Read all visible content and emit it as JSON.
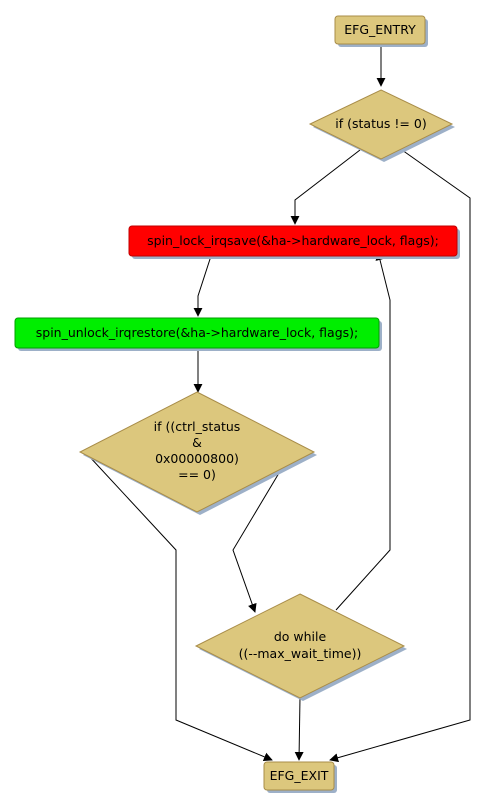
{
  "colors": {
    "node_default": "#dcc77d",
    "node_border": "#a88c48",
    "highlight_red": "#ff0000",
    "highlight_green": "#00ee00",
    "shadow": "#9db0c8",
    "edge": "#000000"
  },
  "nodes": {
    "entry": {
      "label": "EFG_ENTRY"
    },
    "if_status": {
      "label": "if (status != 0)"
    },
    "spin_lock": {
      "label": "spin_lock_irqsave(&ha->hardware_lock, flags);"
    },
    "spin_unlock": {
      "label": "spin_unlock_irqrestore(&ha->hardware_lock, flags);"
    },
    "if_ctrl": {
      "lines": [
        "if ((ctrl_status",
        "&",
        "0x00000800)",
        "== 0)"
      ]
    },
    "do_while": {
      "lines": [
        "do while",
        "((--max_wait_time))"
      ]
    },
    "exit": {
      "label": "EFG_EXIT"
    }
  }
}
